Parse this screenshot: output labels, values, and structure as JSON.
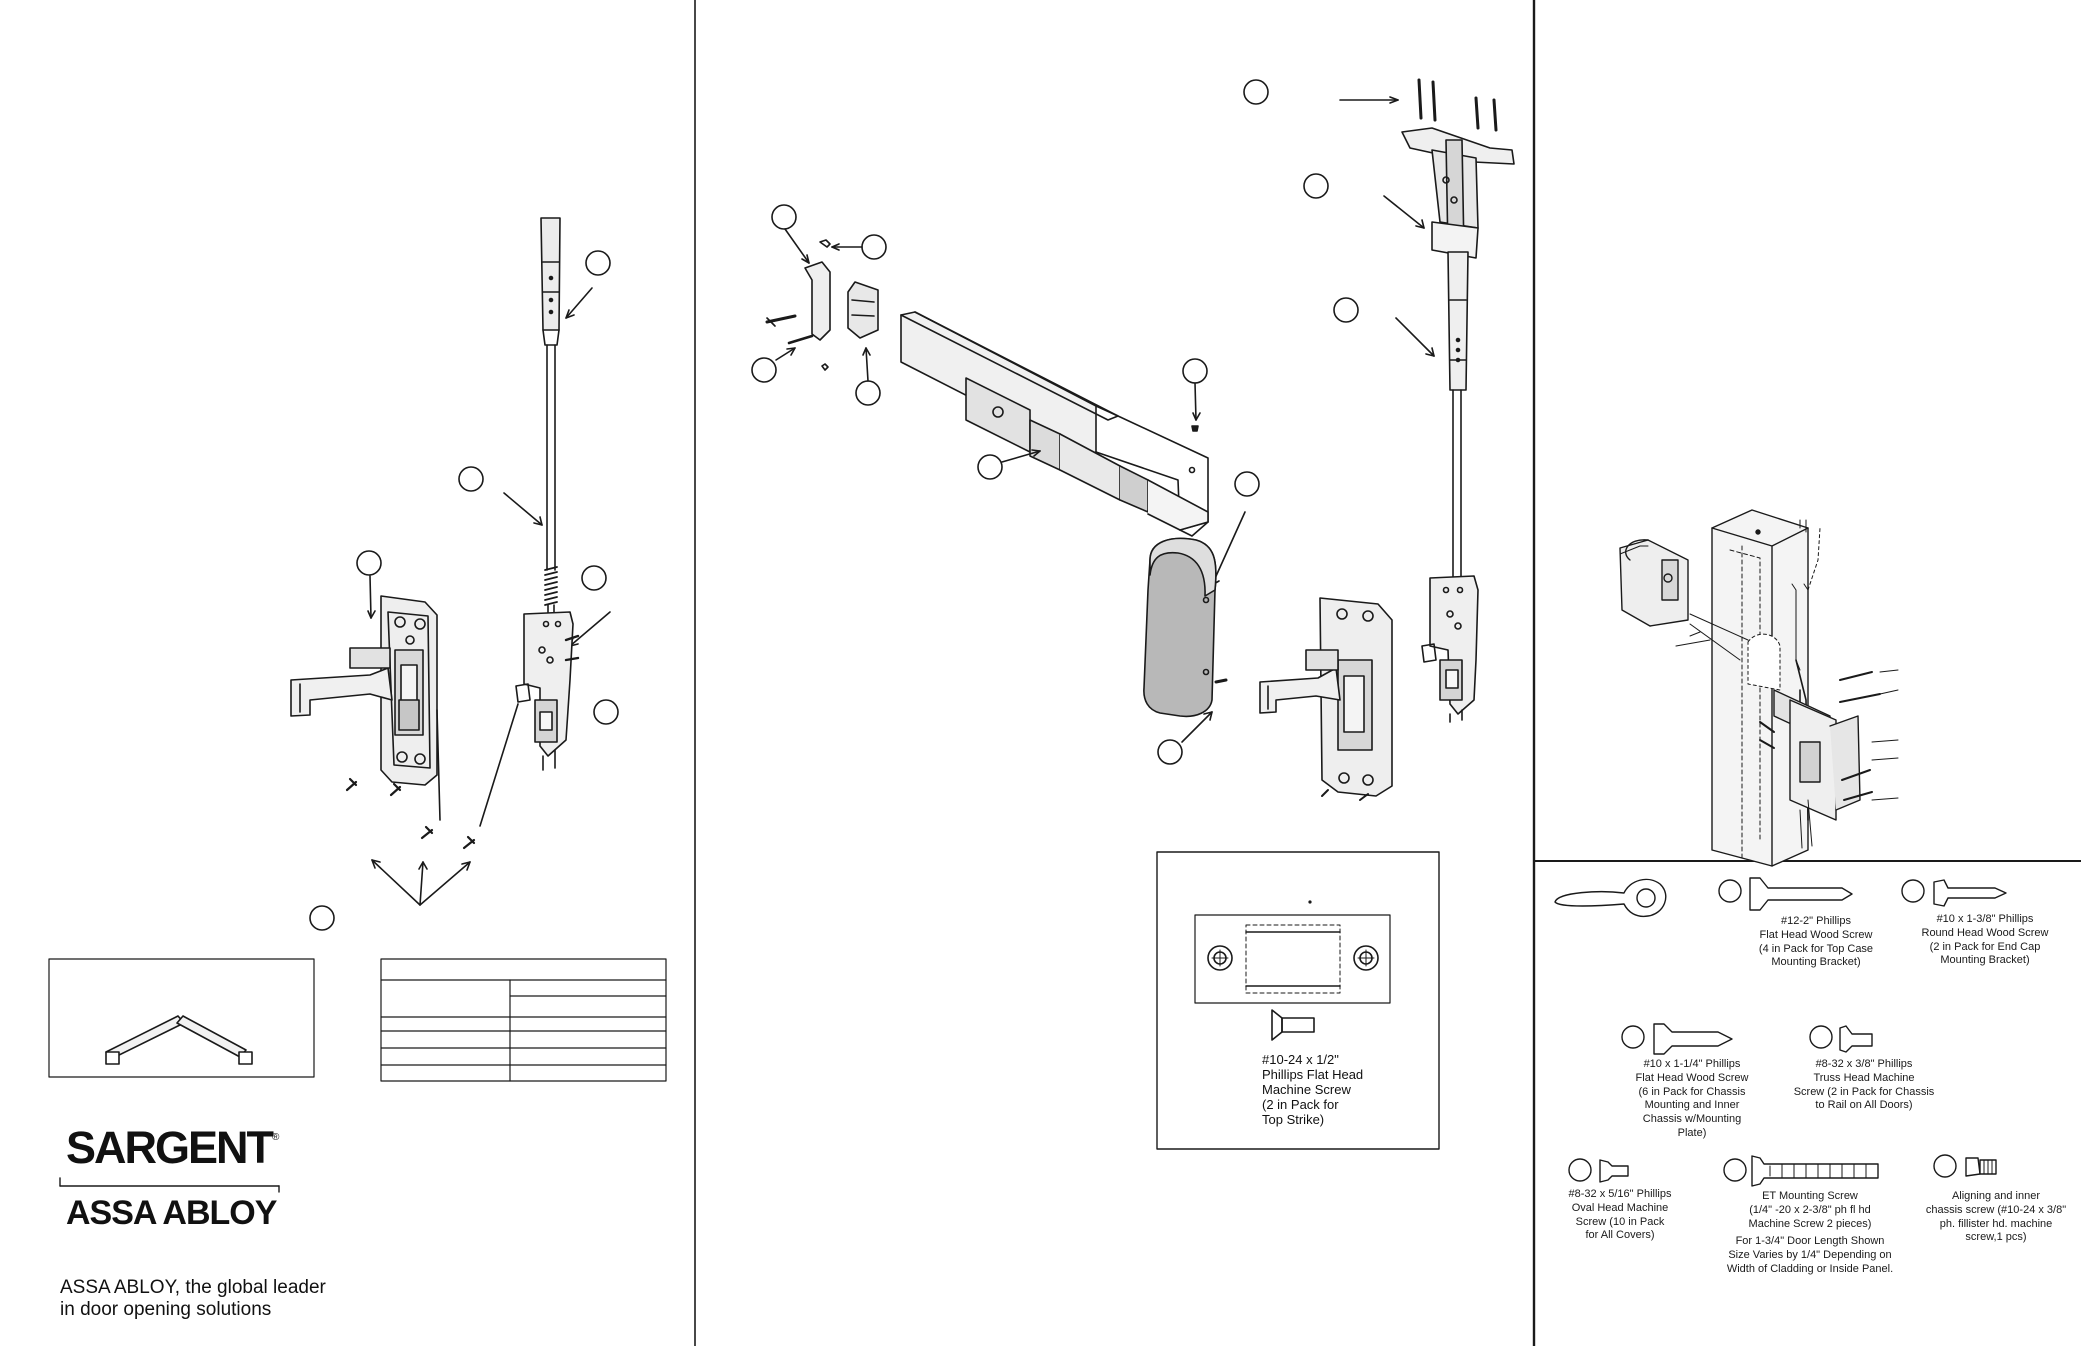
{
  "brand": {
    "logo_primary": "SARGENT",
    "logo_registered": "®",
    "logo_secondary": "ASSA ABLOY",
    "tagline_line1": "ASSA ABLOY, the global leader",
    "tagline_line2": "in door opening solutions"
  },
  "top_strike": {
    "caption_lines": [
      "#10-24 x 1/2\"",
      "Phillips Flat Head",
      "Machine Screw",
      "(2 in Pack for",
      "Top Strike)"
    ]
  },
  "hardware": [
    {
      "id": "flat-head-wood-screw-2",
      "lines": [
        "#12-2\" Phillips",
        "Flat Head Wood Screw",
        "(4 in Pack for Top Case",
        "Mounting Bracket)"
      ]
    },
    {
      "id": "round-head-wood-screw",
      "lines": [
        "#10 x 1-3/8\"  Phillips",
        "Round Head Wood Screw",
        "(2 in Pack for End Cap",
        "Mounting Bracket)"
      ]
    },
    {
      "id": "flat-head-wood-screw-1-1-4",
      "lines": [
        "#10 x 1-1/4\" Phillips",
        "Flat Head Wood Screw",
        "(6 in Pack for Chassis",
        "Mounting and Inner",
        "Chassis w/Mounting",
        "Plate)"
      ]
    },
    {
      "id": "truss-head-machine-screw",
      "lines": [
        "#8-32 x 3/8\" Phillips",
        "Truss Head Machine",
        "Screw (2 in Pack for Chassis",
        "to Rail on All Doors)"
      ]
    },
    {
      "id": "oval-head-machine-screw",
      "lines": [
        "#8-32 x 5/16\" Phillips",
        "Oval Head Machine",
        "Screw (10 in Pack",
        "for All Covers)"
      ]
    },
    {
      "id": "et-mounting-screw",
      "lines": [
        "ET Mounting Screw",
        "(1/4\" -20 x 2-3/8\" ph fl hd",
        "Machine Screw 2 pieces)"
      ]
    },
    {
      "id": "et-door-length-note",
      "lines": [
        "For 1-3/4\" Door Length Shown",
        "Size Varies by 1/4\" Depending on",
        "Width of Cladding or Inside Panel."
      ]
    },
    {
      "id": "aligning-chassis-screw",
      "lines": [
        "Aligning and inner",
        "chassis screw (#10-24 x 3/8\"",
        "ph. fillister hd. machine",
        "screw,1 pcs)"
      ]
    }
  ],
  "colors": {
    "ink": "#1a1a1a",
    "part_fill": "#e6e6e6",
    "part_shade": "#bdbdbd",
    "background": "#ffffff"
  }
}
